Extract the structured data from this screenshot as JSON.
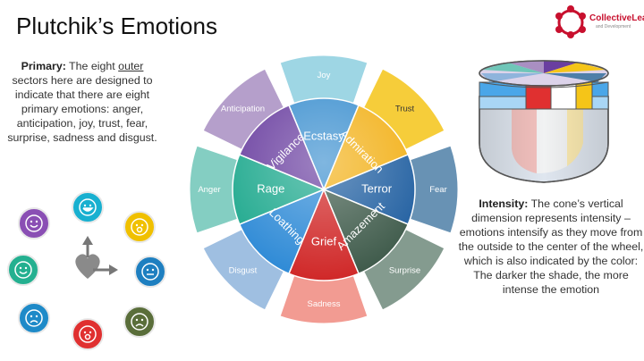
{
  "title": "Plutchik’s Emotions",
  "logo": {
    "name": "CollectiveLearning",
    "sub": "and Development",
    "icon": "people-circle-logo"
  },
  "primary_text": {
    "label": "Primary:",
    "before_underline": " The eight ",
    "underlined": "outer",
    "after_underline": " sectors here are designed to indicate that there are eight primary emotions: anger, anticipation, joy, trust, fear, surprise, sadness and disgust."
  },
  "intensity_text": {
    "label": "Intensity:",
    "body": "  The cone’s vertical dimension represents intensity – emotions intensify as they move from the outside to the center of the wheel, which is also indicated by the color: The darker the shade, the more intense the emotion"
  },
  "wheel": {
    "outer": [
      {
        "label": "Joy",
        "color": "#8ecfe0"
      },
      {
        "label": "Trust",
        "color": "#f5c518"
      },
      {
        "label": "Fear",
        "color": "#4e7fa8"
      },
      {
        "label": "Surprise",
        "color": "#6f8a7c"
      },
      {
        "label": "Sadness",
        "color": "#f08a7f"
      },
      {
        "label": "Disgust",
        "color": "#8fb4dc"
      },
      {
        "label": "Anger",
        "color": "#6fc6b8"
      },
      {
        "label": "Anticipation",
        "color": "#a98fc2"
      }
    ],
    "inner": [
      {
        "label": "Ecstasy",
        "color": "#3b8fcf"
      },
      {
        "label": "Admiration",
        "color": "#f2b016"
      },
      {
        "label": "Terror",
        "color": "#1f5ea0"
      },
      {
        "label": "Amazement",
        "color": "#3e5a4a"
      },
      {
        "label": "Grief",
        "color": "#d02828"
      },
      {
        "label": "Loathing",
        "color": "#2e8ad6"
      },
      {
        "label": "Rage",
        "color": "#1fa98e"
      },
      {
        "label": "Vigilance",
        "color": "#6a3fa0"
      }
    ]
  },
  "faces": {
    "colors": [
      "#8a4fb4",
      "#18b0d0",
      "#f0c000",
      "#1e7fc0",
      "#5a6e3a",
      "#e03030",
      "#1e8ac8",
      "#24b090"
    ],
    "center_icon": "heart-with-arrows-icon"
  },
  "cone": {
    "icon": "emotion-cone-icon"
  }
}
